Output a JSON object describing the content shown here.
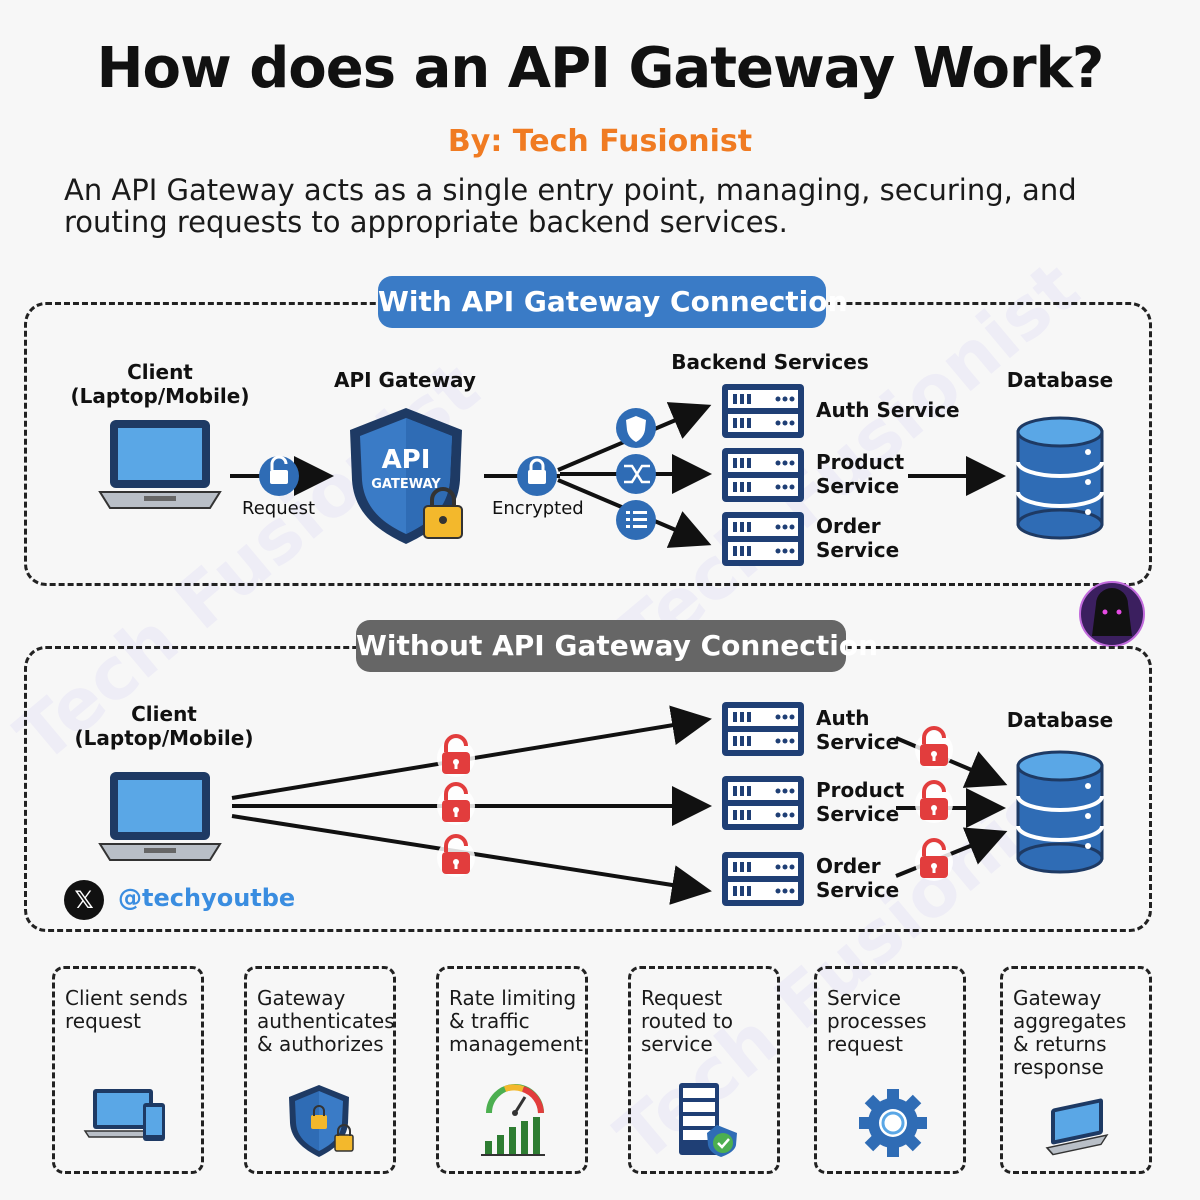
{
  "title": "How does an API Gateway Work?",
  "byline": "By: Tech Fusionist",
  "intro": "An API Gateway acts as a single entry point, managing, securing, and routing requests to appropriate backend services.",
  "with_section": {
    "heading": "With API Gateway Connection",
    "client_label_line1": "Client",
    "client_label_line2": "(Laptop/Mobile)",
    "gateway_label": "API Gateway",
    "gateway_badge_line1": "API",
    "gateway_badge_line2": "GATEWAY",
    "backend_label": "Backend Services",
    "database_label": "Database",
    "request_label": "Request",
    "encrypted_label": "Encrypted",
    "services": [
      {
        "line1": "Auth Service",
        "line2": ""
      },
      {
        "line1": "Product",
        "line2": "Service"
      },
      {
        "line1": "Order",
        "line2": "Service"
      }
    ]
  },
  "without_section": {
    "heading": "Without API Gateway Connection",
    "client_label_line1": "Client",
    "client_label_line2": "(Laptop/Mobile)",
    "database_label": "Database",
    "services": [
      {
        "line1": "Auth",
        "line2": "Service"
      },
      {
        "line1": "Product",
        "line2": "Service"
      },
      {
        "line1": "Order",
        "line2": "Service"
      }
    ]
  },
  "social": {
    "x_glyph": "𝕏",
    "handle": "@techyoutbe"
  },
  "steps": [
    {
      "text": "Client sends request",
      "icon": "devices-icon"
    },
    {
      "text": "Gateway authenticates & authorizes",
      "icon": "shield-lock-icon"
    },
    {
      "text": "Rate limiting & traffic management",
      "icon": "gauge-icon"
    },
    {
      "text": "Request routed to service",
      "icon": "server-check-icon"
    },
    {
      "text": "Service processes request",
      "icon": "gear-icon"
    },
    {
      "text": "Gateway aggregates & returns response",
      "icon": "laptop-icon"
    }
  ],
  "watermark": "Tech Fusionist",
  "colors": {
    "accent_orange": "#f07b22",
    "pill_blue": "#3a7bc6",
    "pill_gray": "#666666",
    "server_navy": "#1f3f75",
    "lock_red": "#e23d3d",
    "lock_blue": "#2f6cb5"
  }
}
